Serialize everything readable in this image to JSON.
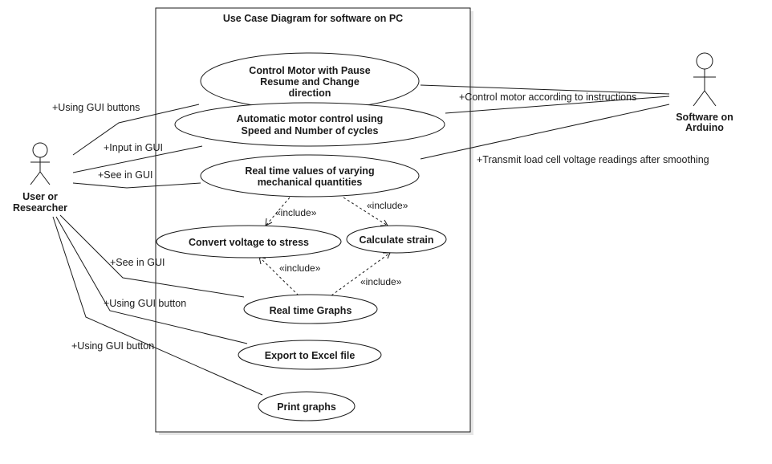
{
  "system": {
    "title": "Use Case Diagram for software on PC"
  },
  "actors": {
    "user": {
      "line1": "User or",
      "line2": "Researcher"
    },
    "arduino": {
      "line1": "Software on",
      "line2": "Arduino"
    }
  },
  "use_cases": {
    "control_motor": {
      "lines": [
        "Control Motor with Pause",
        "Resume and Change",
        "direction"
      ]
    },
    "auto_motor": {
      "lines": [
        "Automatic motor control using",
        "Speed and Number of cycles"
      ]
    },
    "realtime_values": {
      "lines": [
        "Real time values of varying",
        "mechanical quantities"
      ]
    },
    "convert_voltage": {
      "lines": [
        "Convert voltage to stress"
      ]
    },
    "calc_strain": {
      "lines": [
        "Calculate strain"
      ]
    },
    "realtime_graphs": {
      "lines": [
        "Real time Graphs"
      ]
    },
    "export_excel": {
      "lines": [
        "Export to Excel file"
      ]
    },
    "print_graphs": {
      "lines": [
        "Print graphs"
      ]
    }
  },
  "associations": {
    "gui_buttons": "+Using GUI buttons",
    "input_gui": "+Input in GUI",
    "see_gui_1": "+See in GUI",
    "see_gui_2": "+See in GUI",
    "gui_button_1": "+Using GUI button",
    "gui_button_2": "+Using GUI button",
    "control_instr": "+Control motor according to instructions",
    "transmit": "+Transmit load cell voltage readings after smoothing"
  },
  "include_label": "«include»"
}
